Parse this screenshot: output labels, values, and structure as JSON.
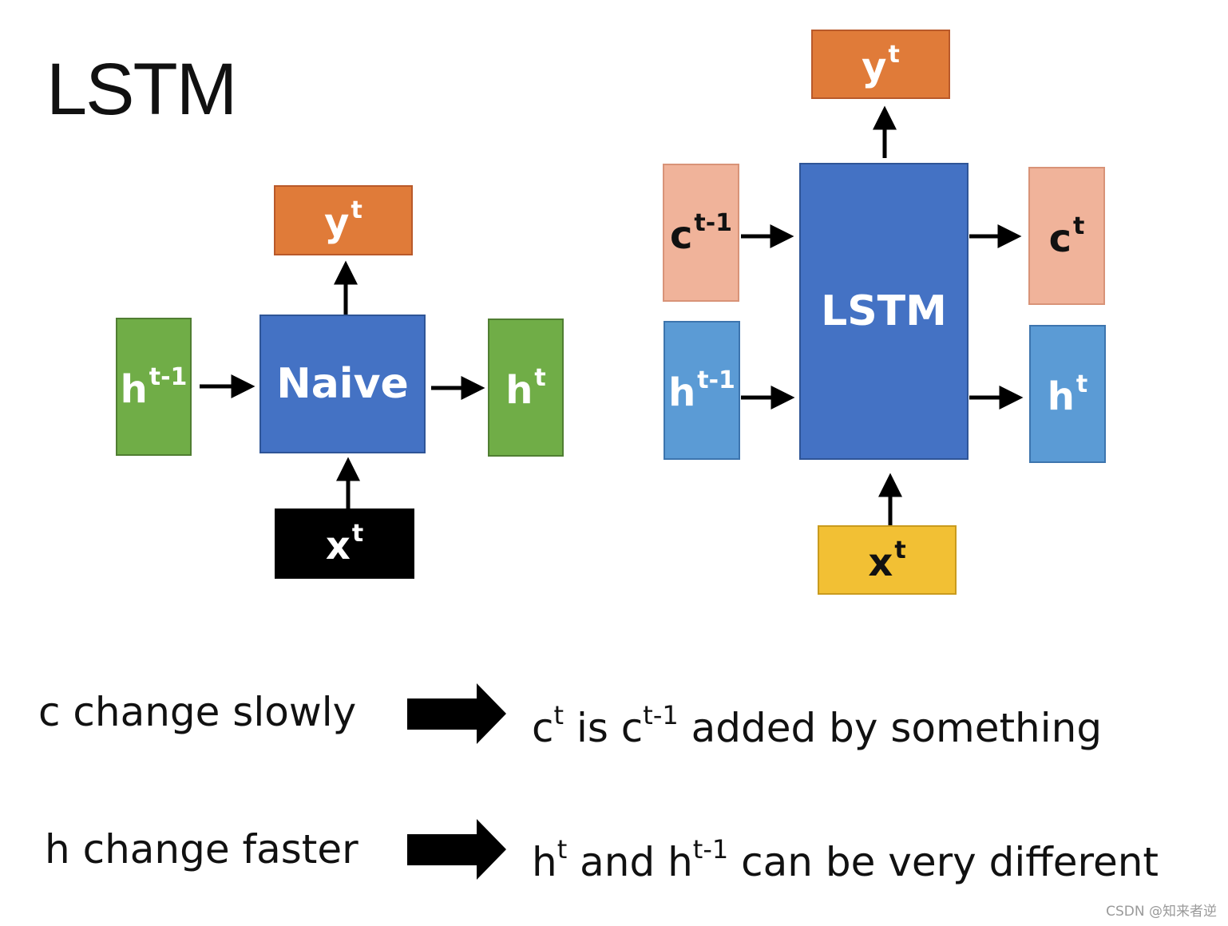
{
  "title": "LSTM",
  "naive": {
    "center": "Naive",
    "output": {
      "base": "y",
      "sup": "t"
    },
    "input": {
      "base": "x",
      "sup": "t"
    },
    "hidden_in": {
      "base": "h",
      "sup": "t-1"
    },
    "hidden_out": {
      "base": "h",
      "sup": "t"
    }
  },
  "lstm": {
    "center": "LSTM",
    "output": {
      "base": "y",
      "sup": "t"
    },
    "input": {
      "base": "x",
      "sup": "t"
    },
    "cell_in": {
      "base": "c",
      "sup": "t-1"
    },
    "cell_out": {
      "base": "c",
      "sup": "t"
    },
    "hidden_in": {
      "base": "h",
      "sup": "t-1"
    },
    "hidden_out": {
      "base": "h",
      "sup": "t"
    }
  },
  "statements": [
    {
      "left": "c change slowly",
      "right": {
        "a": "c",
        "a_sup": "t",
        "b": " is c",
        "b_sup": "t-1",
        "c": " added by something"
      }
    },
    {
      "left": "h change faster",
      "right": {
        "a": "h",
        "a_sup": "t",
        "b": " and h",
        "b_sup": "t-1",
        "c": " can be very different"
      }
    }
  ],
  "watermark": "CSDN @知来者逆",
  "colors": {
    "output": "#E07B39",
    "hidden_naive": "#70AD47",
    "core": "#4472C4",
    "hidden_lstm": "#5B9BD5",
    "cell": "#F0B39A",
    "input_naive": "#000000",
    "input_lstm": "#F2C034"
  }
}
